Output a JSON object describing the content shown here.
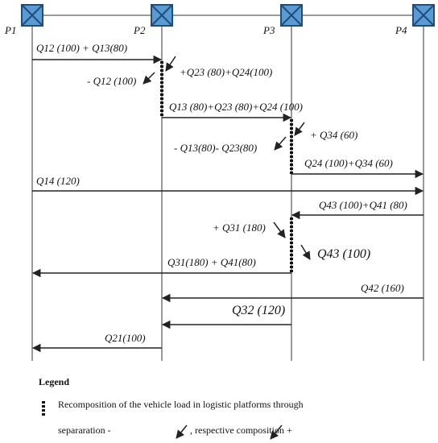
{
  "platforms": [
    {
      "id": "p1",
      "label": "P1"
    },
    {
      "id": "p2",
      "label": "P2"
    },
    {
      "id": "p3",
      "label": "P3"
    },
    {
      "id": "p4",
      "label": "P4"
    }
  ],
  "flows": [
    {
      "id": "f1",
      "text": "Q12 (100) + Q13(80)"
    },
    {
      "id": "f2",
      "text": "Q13 (80)+Q23 (80)+Q24 (100)"
    },
    {
      "id": "f3",
      "text": "Q24 (100)+Q34 (60)"
    },
    {
      "id": "f4",
      "text": "Q14 (120)"
    },
    {
      "id": "f5",
      "text": "Q43 (100)+Q41 (80)"
    },
    {
      "id": "f6",
      "text": "Q31(180) + Q41(80)"
    },
    {
      "id": "f7",
      "text": "Q42 (160)"
    },
    {
      "id": "f8",
      "text": "Q32 (120)"
    },
    {
      "id": "f9",
      "text": "Q21(100)"
    }
  ],
  "operations": [
    {
      "id": "o1",
      "text": "+Q23 (80)+Q24(100)"
    },
    {
      "id": "o2",
      "text": "- Q12 (100)"
    },
    {
      "id": "o3",
      "text": "+ Q34 (60)"
    },
    {
      "id": "o4",
      "text": "- Q13(80)- Q23(80)"
    },
    {
      "id": "o5",
      "text": "+ Q31 (180)"
    },
    {
      "id": "o6",
      "text": "Q43 (100)"
    }
  ],
  "legend": {
    "title": "Legend",
    "line1": "Recomposition of the vehicle load in logistic platforms through",
    "line2a": "separaration  -",
    "line2b": ", respective composition  +"
  },
  "colors": {
    "box_fill": "#5b9bd5",
    "box_stroke": "#1f4e79",
    "line": "#333333",
    "connector": "#9a9a9a"
  }
}
